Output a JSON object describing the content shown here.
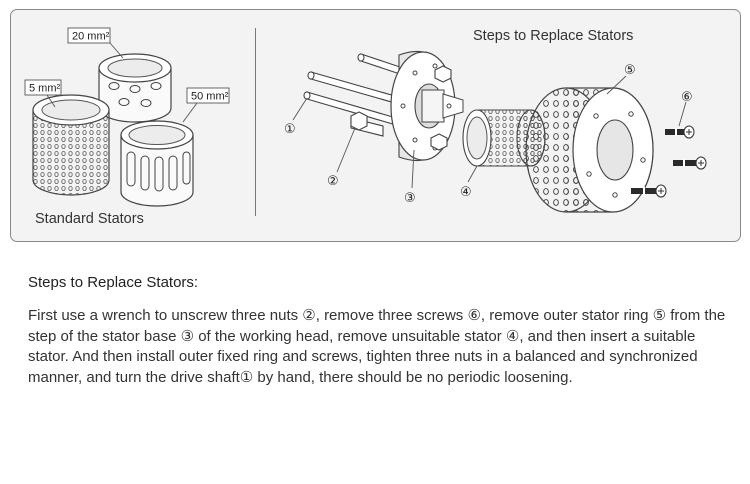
{
  "figure": {
    "left_caption": "Standard Stators",
    "right_caption": "Steps to Replace Stators",
    "stator_labels": [
      "20 mm²",
      "5 mm²",
      "50 mm²"
    ],
    "part_numbers": [
      "①",
      "②",
      "③",
      "④",
      "⑤",
      "⑥"
    ]
  },
  "text": {
    "heading": "Steps to Replace Stators:",
    "body": "First use a wrench to unscrew three nuts ②, remove three screws ⑥, remove outer stator ring ⑤ from the step of the stator base ③ of the working head, remove unsuitable stator ④, and then insert a suitable stator. And then install outer fixed ring and screws, tighten three nuts in a balanced and synchronized manner, and turn the drive shaft① by hand, there should be no periodic loosening."
  }
}
